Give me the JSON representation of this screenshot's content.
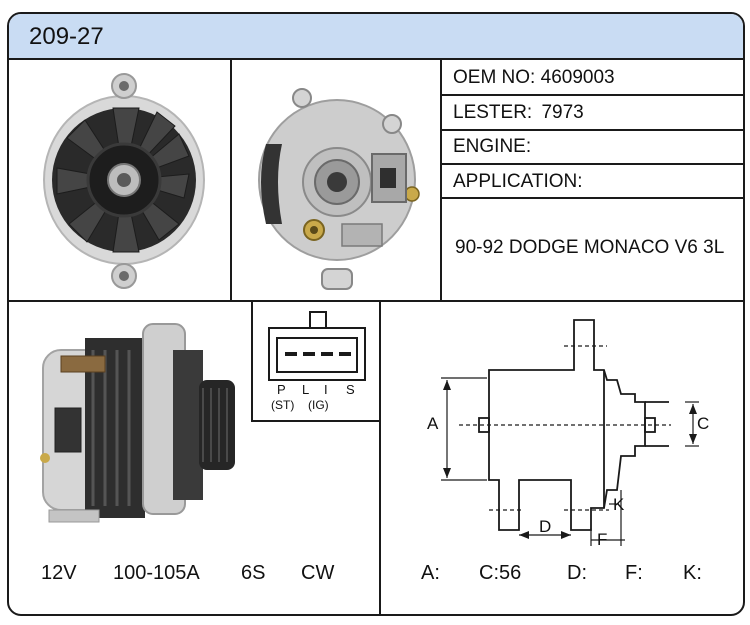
{
  "header": {
    "title": "209-27"
  },
  "info": {
    "oem_label": "OEM NO:",
    "oem_value": "4609003",
    "lester_label": "LESTER:",
    "lester_value": "7973",
    "engine_label": "ENGINE:",
    "engine_value": "",
    "application_label": "APPLICATION:",
    "application_value": "90-92 DODGE MONACO V6 3L"
  },
  "connector": {
    "pins": [
      "P",
      "L",
      "I",
      "S"
    ],
    "sub_labels": [
      "(ST)",
      "(IG)"
    ]
  },
  "specs": {
    "voltage": "12V",
    "amperage": "100-105A",
    "pulley": "6S",
    "rotation": "CW"
  },
  "dimensions": {
    "a": "A:",
    "c": "C:56",
    "d": "D:",
    "f": "F:",
    "k": "K:"
  },
  "drawing_labels": {
    "a": "A",
    "c": "C",
    "d": "D",
    "f": "F",
    "k": "K"
  },
  "colors": {
    "header_bg": "#c9dcf3",
    "border": "#1a1a1a"
  }
}
